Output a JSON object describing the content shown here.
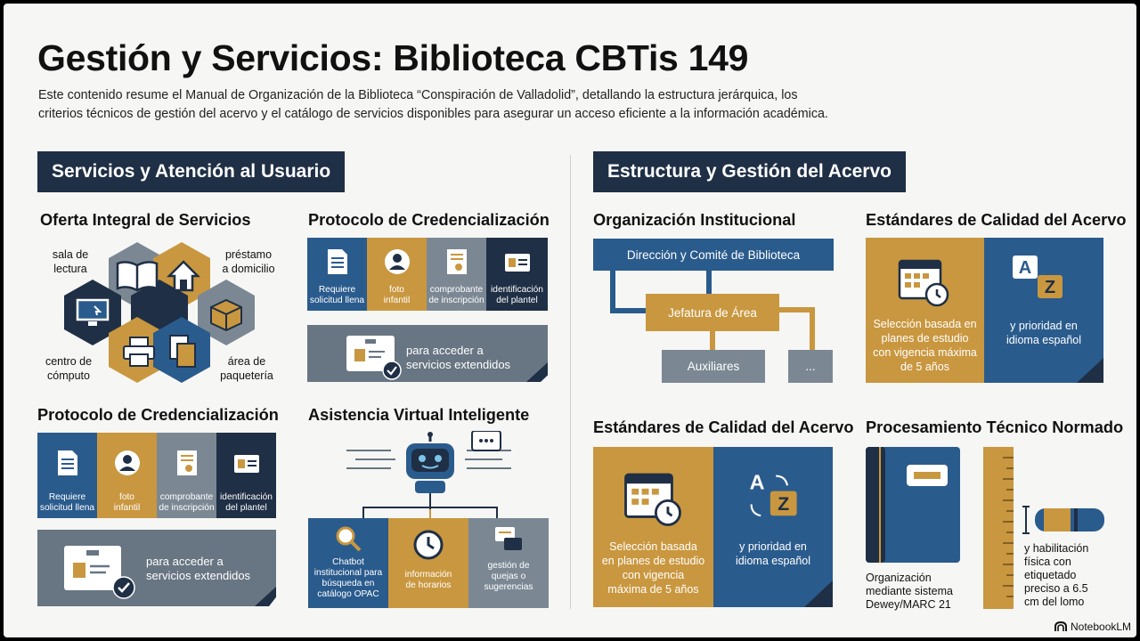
{
  "header": {
    "title": "Gestión y Servicios: Biblioteca CBTis 149",
    "subtitle": "Este contenido resume el Manual de Organización de la Biblioteca “Conspiración de Valladolid”, detallando la estructura jerárquica, los criterios técnicos de gestión del acervo y el catálogo de servicios disponibles para asegurar un acceso eficiente a la información académica."
  },
  "left": {
    "banner": "Servicios y Atención al Usuario",
    "oferta": {
      "heading": "Oferta Integral de Servicios",
      "labels": {
        "sala": "sala de\nlectura",
        "prestamo": "préstamo\na domicilio",
        "computo": "centro de\ncómputo",
        "paqueteria": "área de\npaquetería"
      }
    },
    "protocolo_top": {
      "heading": "Protocolo de Credencialización",
      "tiles": [
        "Requiere\nsolicitud llena",
        "foto\ninfantil",
        "comprobante\nde inscripción",
        "identificación\ndel plantel"
      ],
      "note": "para acceder a\nservicios extendidos"
    },
    "protocolo_bottom": {
      "heading": "Protocolo de Credencialización",
      "tiles": [
        "Requiere\nsolicitud llena",
        "foto\ninfantil",
        "comprobante\nde inscripción",
        "identificación\ndel plantel"
      ],
      "note": "para acceder a\nservicios extendidos"
    },
    "asistencia": {
      "heading": "Asistencia Virtual Inteligente",
      "boxes": [
        "Chatbot\ninstitucional para\nbúsqueda en\ncatálogo OPAC",
        "información\nde horarios",
        "gestión de\nquejas o\nsugerencias"
      ]
    }
  },
  "right": {
    "banner": "Estructura y Gestión del Acervo",
    "org": {
      "heading": "Organización Institucional",
      "direccion": "Dirección y Comité de Biblioteca",
      "jefatura": "Jefatura de Área",
      "auxiliares": "Auxiliares",
      "more": "..."
    },
    "calidad_top": {
      "heading": "Estándares de Calidad del Acervo",
      "left": "Selección basada en\nplanes de estudio\ncon vigencia máxima\nde 5 años",
      "right": "y prioridad en\nidioma español"
    },
    "calidad_bottom": {
      "heading": "Estándares de Calidad del Acervo",
      "left": "Selección basada\nen planes de estudio\ncon vigencia\nmáxima de 5 años",
      "right": "y prioridad en\nidioma español"
    },
    "procesamiento": {
      "heading": "Procesamiento Técnico Normado",
      "left": "Organización\nmediante sistema\nDewey/MARC 21",
      "right": "y habilitación\nfísica con\netiquetado\npreciso a 6.5\ncm del lomo"
    }
  },
  "footer": {
    "brand": "NotebookLM"
  },
  "colors": {
    "navy": "#1f2f45",
    "blue": "#2a5b8d",
    "gold": "#c9973f",
    "gray": "#687582"
  }
}
